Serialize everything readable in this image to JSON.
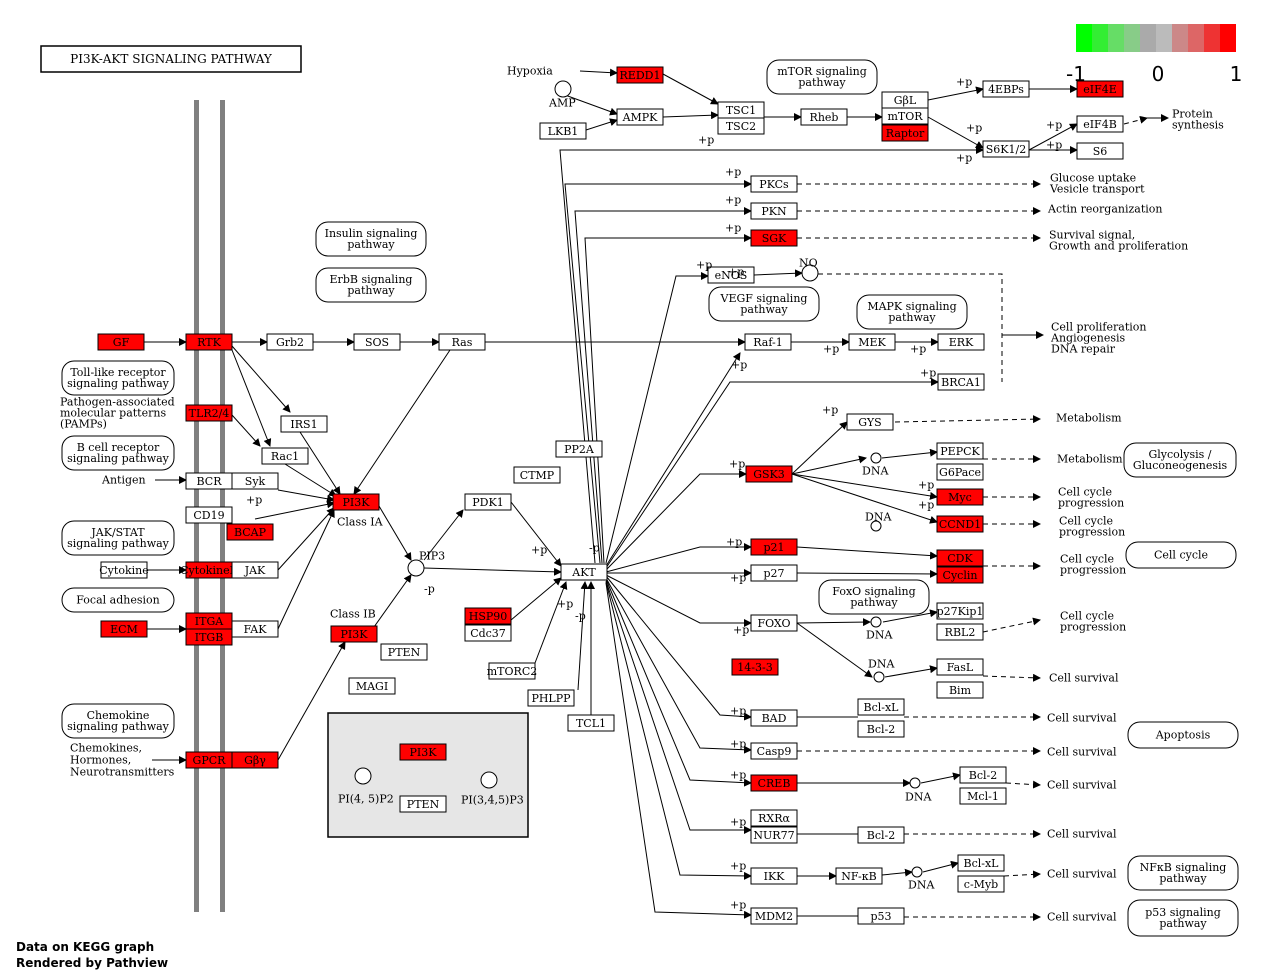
{
  "title": "PI3K-AKT SIGNALING PATHWAY",
  "footer": {
    "line1": "Data on KEGG graph",
    "line2": "Rendered by Pathview"
  },
  "legend": {
    "colors": [
      "#00ff00",
      "#33ee33",
      "#66dd66",
      "#88cc88",
      "#aaaaaa",
      "#bbbbbb",
      "#cc8888",
      "#dd6666",
      "#ee3333",
      "#ff0000"
    ],
    "labels": [
      "-1",
      "0",
      "1"
    ]
  },
  "colors": {
    "up": "#ff0000",
    "none": "#ffffff",
    "membrane": "#808080",
    "inset_bg": "#e6e6e6"
  },
  "genes": {
    "gf": "GF",
    "rtk": "RTK",
    "grb2": "Grb2",
    "sos": "SOS",
    "ras": "Ras",
    "tlr": "TLR2/4",
    "irs1": "IRS1",
    "rac1": "Rac1",
    "bcr": "BCR",
    "syk": "Syk",
    "cd19": "CD19",
    "bcap": "BCAP",
    "cytokine": "Cytokine",
    "cytokine_r": "CytokineR",
    "jak": "JAK",
    "itga": "ITGA",
    "itgb": "ITGB",
    "ecm": "ECM",
    "fak": "FAK",
    "gpcr": "GPCR",
    "gby": "Gβγ",
    "pi3k_a": "PI3K",
    "pi3k_b": "PI3K",
    "pten": "PTEN",
    "magi": "MAGI",
    "pdk1": "PDK1",
    "pp2a": "PP2A",
    "ctmp": "CTMP",
    "akt": "AKT",
    "hsp90": "HSP90",
    "cdc37": "Cdc37",
    "mtorc2": "mTORC2",
    "phlpp": "PHLPP",
    "tcl1": "TCL1",
    "redd1": "REDD1",
    "ampk": "AMPK",
    "lkb1": "LKB1",
    "tsc1": "TSC1",
    "tsc2": "TSC2",
    "rheb": "Rheb",
    "gbl": "GβL",
    "mtor": "mTOR",
    "raptor": "Raptor",
    "ebp": "4EBPs",
    "eif4e": "eIF4E",
    "eif4b": "eIF4B",
    "s6k": "S6K1/2",
    "s6": "S6",
    "pkcs": "PKCs",
    "pkn": "PKN",
    "sgk": "SGK",
    "enos": "eNOS",
    "raf1": "Raf-1",
    "mek": "MEK",
    "erk": "ERK",
    "brca1": "BRCA1",
    "gys": "GYS",
    "gsk3": "GSK3",
    "pepck": "PEPCK",
    "g6pace": "G6Pace",
    "myc": "Myc",
    "ccnd1": "CCND1",
    "p21": "p21",
    "p27": "p27",
    "cdk": "CDK",
    "cyclin": "Cyclin",
    "foxo": "FOXO",
    "p27kip1": "p27Kip1",
    "rbl2": "RBL2",
    "fasl": "FasL",
    "bim": "Bim",
    "y1433": "14-3-3",
    "bad": "BAD",
    "bclxl_a": "Bcl-xL",
    "bcl2_a": "Bcl-2",
    "casp9": "Casp9",
    "creb": "CREB",
    "bcl2_b": "Bcl-2",
    "mcl1": "Mcl-1",
    "rxra": "RXRα",
    "nur77": "NUR77",
    "bcl2_c": "Bcl-2",
    "ikk": "IKK",
    "nfkb": "NF-κB",
    "bclxl_b": "Bcl-xL",
    "cmyb": "c-Myb",
    "mdm2": "MDM2",
    "p53": "p53",
    "pi3k_inset": "PI3K",
    "pten_inset": "PTEN"
  },
  "pathways": {
    "insulin": [
      "Insulin signaling",
      "pathway"
    ],
    "erbb": [
      "ErbB signaling",
      "pathway"
    ],
    "tlr": [
      "Toll-like receptor",
      "signaling pathway"
    ],
    "bcell": [
      "B cell receptor",
      "signaling pathway"
    ],
    "jak": [
      "JAK/STAT",
      "signaling pathway"
    ],
    "focal": [
      "Focal adhesion"
    ],
    "chemokine": [
      "Chemokine",
      "signaling pathway"
    ],
    "mtor": [
      "mTOR signaling",
      "pathway"
    ],
    "vegf": [
      "VEGF signaling",
      "pathway"
    ],
    "mapk": [
      "MAPK signaling",
      "pathway"
    ],
    "glycolysis": [
      "Glycolysis /",
      "Gluconeogenesis"
    ],
    "cellcycle": [
      "Cell cycle"
    ],
    "foxo": [
      "FoxO signaling",
      "pathway"
    ],
    "apoptosis": [
      "Apoptosis"
    ],
    "nfkb": [
      "NFκB signaling",
      "pathway"
    ],
    "p53": [
      "p53 signaling",
      "pathway"
    ]
  },
  "labels": {
    "hypoxia": "Hypoxia",
    "amp": "AMP",
    "pamps": [
      "Pathogen-associated",
      "molecular patterns",
      "(PAMPs)"
    ],
    "antigen": "Antigen",
    "chemokines": [
      "Chemokines,",
      "Hormones,",
      "Neurotransmitters"
    ],
    "class_ia": "Class IA",
    "class_ib": "Class IB",
    "pip3": "PIP3",
    "no": "NO",
    "dna": "DNA",
    "pi45p2": "PI(4, 5)P2",
    "pi345p3": "PI(3,4,5)P3",
    "plus_p": "+p",
    "minus_p": "-p",
    "protein_synthesis": [
      "Protein",
      "synthesis"
    ],
    "glucose": [
      "Glucose uptake",
      "Vesicle transport"
    ],
    "actin": "Actin reorganization",
    "survival": [
      "Survival signal,",
      "Growth and proliferation"
    ],
    "prolif": [
      "Cell proliferation",
      "Angiogenesis",
      "DNA repair"
    ],
    "metabolism": "Metabolism",
    "cellcycle_prog": [
      "Cell cycle",
      "progression"
    ],
    "cell_survival": "Cell survival"
  }
}
